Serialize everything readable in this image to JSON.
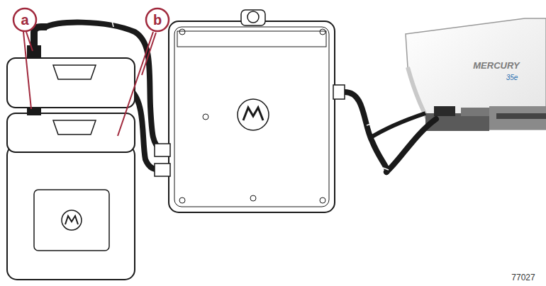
{
  "diagram": {
    "labels": [
      "a",
      "b",
      "MERCURY",
      "35e",
      "77027"
    ]
  }
}
